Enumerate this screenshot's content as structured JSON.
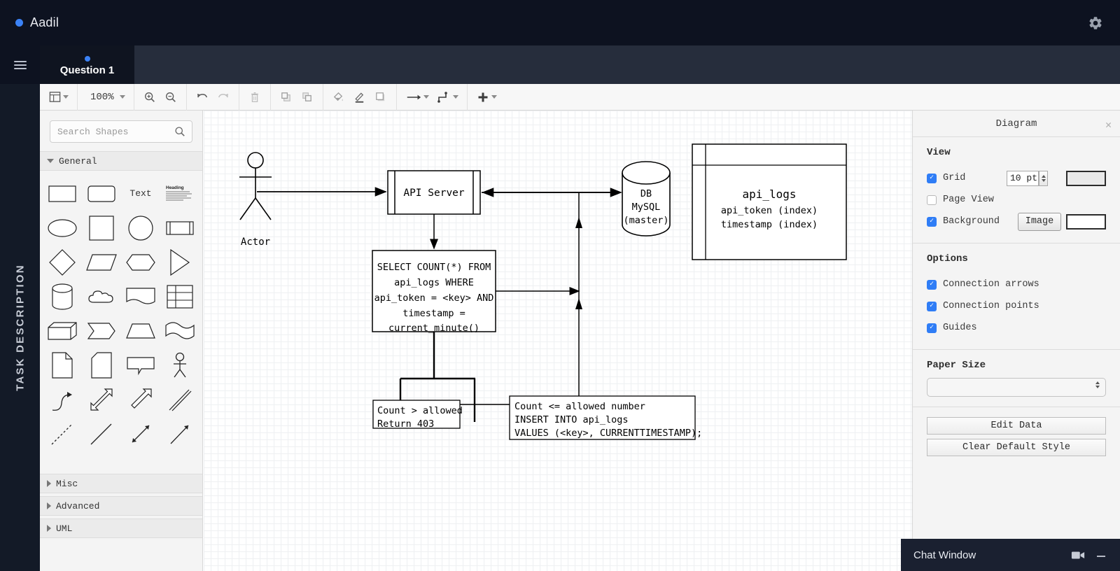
{
  "topbar": {
    "brand_name": "Aadil",
    "brand_dot_color": "#3b82f6",
    "gear_icon": "gear-icon"
  },
  "tabstrip": {
    "menu_icon": "hamburger-icon",
    "tabs": [
      {
        "label": "Question 1",
        "active": true,
        "dot_color": "#3b82f6"
      }
    ]
  },
  "task_rail": {
    "label": "TASK DESCRIPTION"
  },
  "toolbar": {
    "view_icon": "layout-panel-icon",
    "zoom_level": "100%",
    "zoom_in_icon": "zoom-in-icon",
    "zoom_out_icon": "zoom-out-icon",
    "undo_icon": "undo-icon",
    "redo_icon": "redo-icon",
    "delete_icon": "trash-icon",
    "to_front_icon": "bring-to-front-icon",
    "to_back_icon": "send-to-back-icon",
    "fill_icon": "fill-color-icon",
    "line_icon": "line-color-icon",
    "shadow_icon": "shadow-icon",
    "waypoints_icon": "arrow-style-icon",
    "connection_icon": "connection-style-icon",
    "insert_icon": "plus-icon"
  },
  "shapes_panel": {
    "search": {
      "placeholder": "Search Shapes",
      "value": "",
      "icon": "search-icon"
    },
    "sections": [
      {
        "label": "General",
        "expanded": true
      },
      {
        "label": "Misc",
        "expanded": false
      },
      {
        "label": "Advanced",
        "expanded": false
      },
      {
        "label": "UML",
        "expanded": false
      }
    ],
    "general_shapes": [
      "rectangle",
      "rounded-rectangle",
      "text",
      "heading-textblock",
      "ellipse",
      "square",
      "circle",
      "process",
      "diamond",
      "parallelogram",
      "hexagon",
      "triangle",
      "cylinder",
      "cloud",
      "document",
      "table",
      "cube",
      "step",
      "trapezoid",
      "tape",
      "note",
      "card",
      "callout",
      "actor",
      "curve-arrow",
      "bidirectional-block-arrow",
      "block-arrow",
      "double-line",
      "dashed-line",
      "plain-line",
      "bidirectional-line-arrow",
      "line-arrow"
    ],
    "text_shape_label": "Text",
    "heading_shape_label": "Heading"
  },
  "canvas": {
    "nodes": {
      "actor": {
        "label": "Actor"
      },
      "api_server": {
        "label": "API Server"
      },
      "db": {
        "lines": [
          "DB",
          "MySQL",
          "(master)"
        ]
      },
      "api_logs": {
        "lines": [
          "api_logs",
          "api_token (index)",
          "timestamp (index)"
        ]
      },
      "query": {
        "lines": [
          "SELECT COUNT(*) FROM",
          "api_logs WHERE",
          "api_token = <key> AND",
          "timestamp =",
          "current_minute()"
        ]
      },
      "deny": {
        "lines": [
          "Count > allowed",
          "Return 403"
        ]
      },
      "allow": {
        "lines": [
          "Count <= allowed number",
          "INSERT INTO api_logs",
          "VALUES (<key>, CURRENTTIMESTAMP);"
        ]
      }
    }
  },
  "format_panel": {
    "title": "Diagram",
    "close_icon": "close-icon",
    "view": {
      "heading": "View",
      "grid": {
        "label": "Grid",
        "checked": true,
        "size_value": "10 pt",
        "color": "#e9e9e9"
      },
      "page_view": {
        "label": "Page View",
        "checked": false
      },
      "background": {
        "label": "Background",
        "checked": true,
        "image_button": "Image",
        "color": "#ffffff"
      }
    },
    "options": {
      "heading": "Options",
      "items": [
        {
          "label": "Connection arrows",
          "checked": true
        },
        {
          "label": "Connection points",
          "checked": true
        },
        {
          "label": "Guides",
          "checked": true
        }
      ]
    },
    "paper_size": {
      "heading": "Paper Size",
      "value": ""
    },
    "actions": [
      "Edit Data",
      "Clear Default Style"
    ]
  },
  "chat": {
    "title": "Chat Window",
    "video_icon": "video-camera-icon",
    "minimize_icon": "minimize-icon"
  }
}
